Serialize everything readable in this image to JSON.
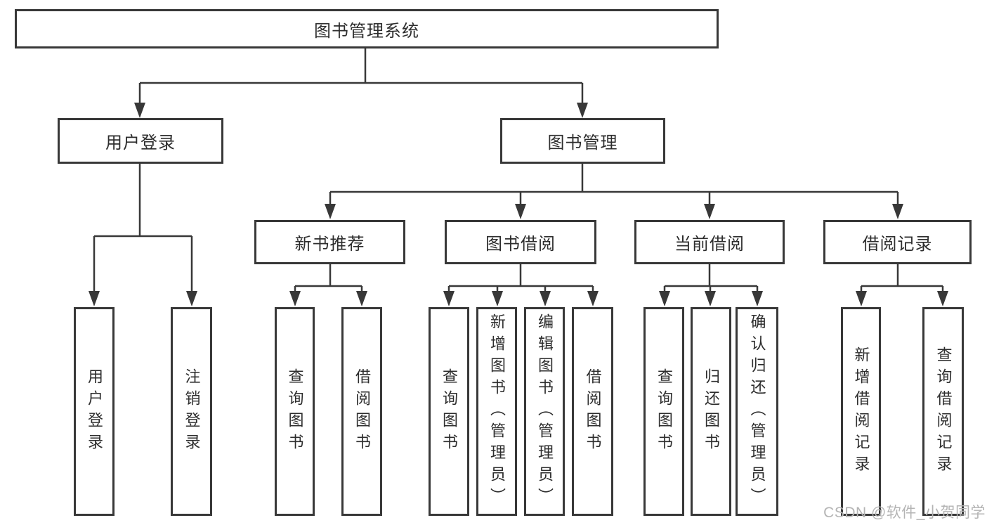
{
  "tree": {
    "label": "图书管理系统",
    "children": [
      {
        "label": "用户登录",
        "children": [
          {
            "label": "用户登录"
          },
          {
            "label": "注销登录"
          }
        ]
      },
      {
        "label": "图书管理",
        "children": [
          {
            "label": "新书推荐",
            "children": [
              {
                "label": "查询图书"
              },
              {
                "label": "借阅图书"
              }
            ]
          },
          {
            "label": "图书借阅",
            "children": [
              {
                "label": "查询图书"
              },
              {
                "label": "新增图书（管理员）"
              },
              {
                "label": "编辑图书（管理员）"
              },
              {
                "label": "借阅图书"
              }
            ]
          },
          {
            "label": "当前借阅",
            "children": [
              {
                "label": "查询图书"
              },
              {
                "label": "归还图书"
              },
              {
                "label": "确认归还（管理员）"
              }
            ]
          },
          {
            "label": "借阅记录",
            "children": [
              {
                "label": "新增借阅记录"
              },
              {
                "label": "查询借阅记录"
              }
            ]
          }
        ]
      }
    ]
  },
  "watermark": {
    "text": "CSDN @软件_小贺同学"
  },
  "colors": {
    "line": "#383838",
    "text": "#2d2d2d",
    "watermark": "#b4b4b4",
    "background": "#ffffff"
  }
}
